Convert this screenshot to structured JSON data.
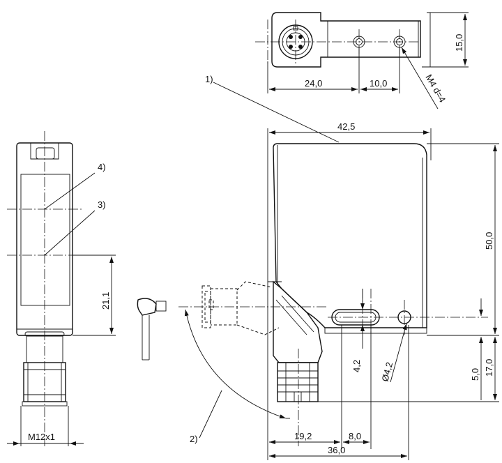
{
  "top_view": {
    "dims": {
      "width_24": "24,0",
      "spacing_10": "10,0",
      "height_15": "15,0",
      "thread_hole": "M4 d=4"
    }
  },
  "front_view": {
    "dims": {
      "width_425": "42,5",
      "height_50": "50,0",
      "slot_42": "4,2",
      "hole_dia": "Ø4,2",
      "dist_192": "19,2",
      "dist_8": "8,0",
      "dist_36": "36,0",
      "dist_5": "5,0",
      "dist_17": "17,0"
    }
  },
  "side_view": {
    "dims": {
      "height_211": "21,1",
      "thread": "M12x1"
    }
  },
  "callouts": {
    "c1": "1)",
    "c2": "2)",
    "c3": "3)",
    "c4": "4)"
  }
}
